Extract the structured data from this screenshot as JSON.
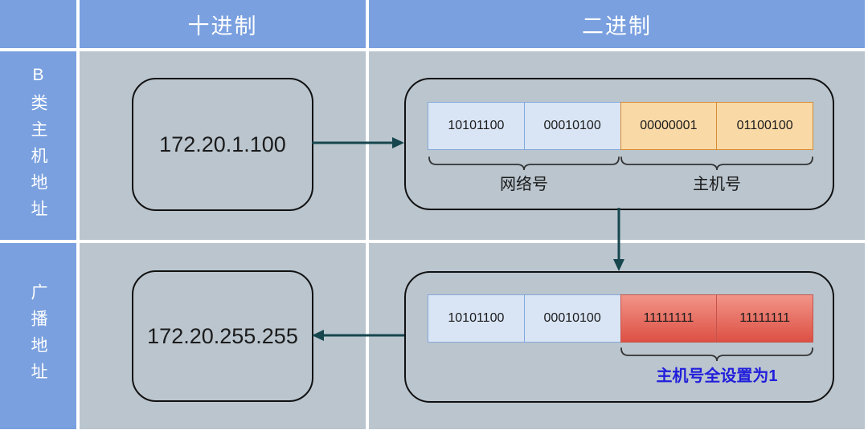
{
  "colors": {
    "header_blue": "#7AA0DF",
    "cell_gray": "#BAC5CE",
    "grid_line": "#FFFFFF",
    "header_text": "#FFFFFF",
    "box_border": "#111111",
    "text_dark": "#1B1B1B",
    "connector_teal": "#17464E",
    "network_cell_bg": "#D9E5F5",
    "network_cell_border": "#84A7DA",
    "host_cell_bg": "#F9D9A6",
    "host_cell_border": "#D68C32",
    "broadcast_cell_top": "#F29488",
    "broadcast_cell_bottom": "#DD5044",
    "broadcast_cell_border": "#C4544B",
    "brace_color": "#333333",
    "annotation_blue": "#211EDB"
  },
  "headers": {
    "decimal": "十进制",
    "binary": "二进制"
  },
  "rows": [
    {
      "label": "B类主机地址",
      "decimal": "172.20.1.100"
    },
    {
      "label": "广播地址",
      "decimal": "172.20.255.255"
    }
  ],
  "host_binary": {
    "octets": [
      "10101100",
      "00010100",
      "00000001",
      "01100100"
    ],
    "network_label": "网络号",
    "host_label": "主机号"
  },
  "broadcast_binary": {
    "octets": [
      "10101100",
      "00010100",
      "11111111",
      "11111111"
    ],
    "annotation": "主机号全设置为1"
  }
}
